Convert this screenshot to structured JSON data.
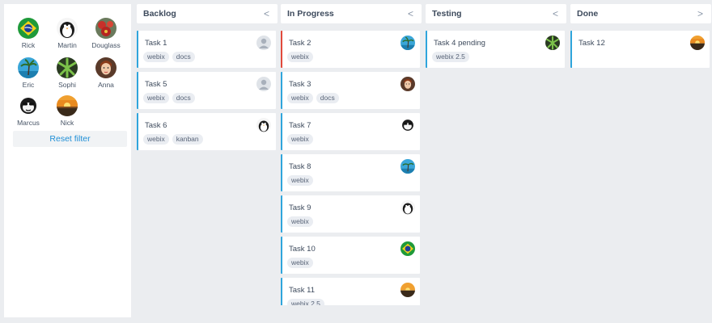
{
  "sidebar": {
    "users": [
      {
        "name": "Rick",
        "icon": "brazil-flag-avatar"
      },
      {
        "name": "Martin",
        "icon": "penguin-avatar"
      },
      {
        "name": "Douglass",
        "icon": "red-flowers-avatar"
      },
      {
        "name": "Eric",
        "icon": "palm-beach-avatar"
      },
      {
        "name": "Sophi",
        "icon": "green-leaf-avatar"
      },
      {
        "name": "Anna",
        "icon": "woman-portrait-avatar"
      },
      {
        "name": "Marcus",
        "icon": "sunglasses-face-avatar"
      },
      {
        "name": "Nick",
        "icon": "sunset-avatar"
      }
    ],
    "reset_label": "Reset filter"
  },
  "columns": [
    {
      "title": "Backlog",
      "chevron": "<",
      "cards": [
        {
          "title": "Task 1",
          "tags": [
            "webix",
            "docs"
          ],
          "avatar": "placeholder-user",
          "accent": "blue"
        },
        {
          "title": "Task 5",
          "tags": [
            "webix",
            "docs"
          ],
          "avatar": "placeholder-user",
          "accent": "blue"
        },
        {
          "title": "Task 6",
          "tags": [
            "webix",
            "kanban"
          ],
          "avatar": "penguin",
          "accent": "blue"
        }
      ]
    },
    {
      "title": "In Progress",
      "chevron": "<",
      "cards": [
        {
          "title": "Task 2",
          "tags": [
            "webix"
          ],
          "avatar": "palm",
          "accent": "red"
        },
        {
          "title": "Task 3",
          "tags": [
            "webix",
            "docs"
          ],
          "avatar": "woman",
          "accent": "blue"
        },
        {
          "title": "Task 7",
          "tags": [
            "webix"
          ],
          "avatar": "sunglasses",
          "accent": "blue"
        },
        {
          "title": "Task 8",
          "tags": [
            "webix"
          ],
          "avatar": "palm",
          "accent": "blue"
        },
        {
          "title": "Task 9",
          "tags": [
            "webix"
          ],
          "avatar": "penguin",
          "accent": "blue"
        },
        {
          "title": "Task 10",
          "tags": [
            "webix"
          ],
          "avatar": "brazil",
          "accent": "blue"
        },
        {
          "title": "Task 11",
          "tags": [
            "webix 2.5"
          ],
          "avatar": "sunset",
          "accent": "blue"
        }
      ]
    },
    {
      "title": "Testing",
      "chevron": "<",
      "cards": [
        {
          "title": "Task 4 pending",
          "tags": [
            "webix 2.5"
          ],
          "avatar": "leaf",
          "accent": "blue"
        }
      ]
    },
    {
      "title": "Done",
      "chevron": ">",
      "cards": [
        {
          "title": "Task 12",
          "tags": [],
          "avatar": "sunset",
          "accent": "blue"
        }
      ]
    }
  ],
  "colors": {
    "accent_blue": "#2fa5dc",
    "accent_red": "#e14a3b",
    "link": "#1f8fd6",
    "background": "#ebedf0"
  }
}
